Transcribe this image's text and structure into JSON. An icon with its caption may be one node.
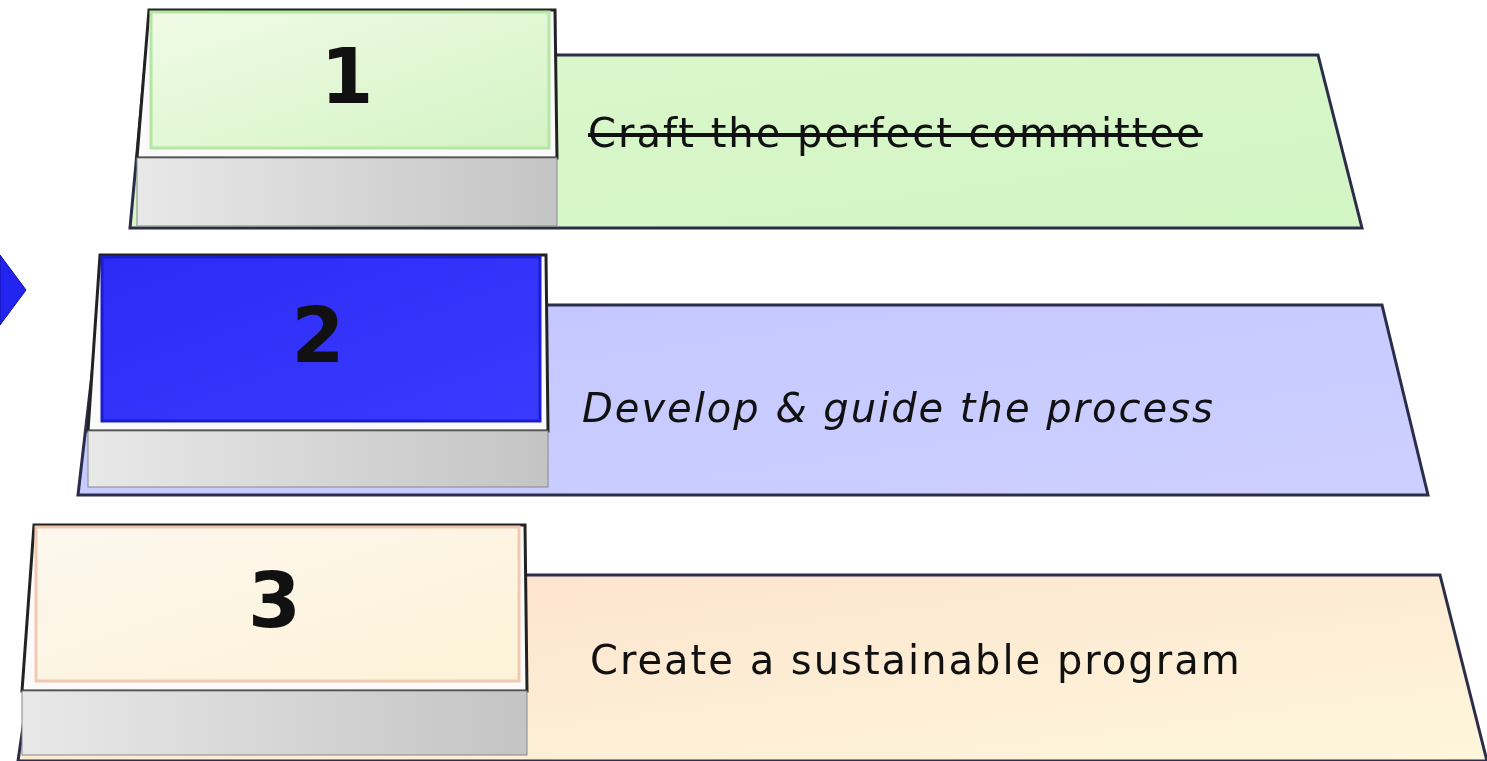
{
  "diagram": {
    "nodes": [
      {
        "text": [
          "1"
        ]
      },
      {
        "text": [
          "Craft the perfect committee"
        ]
      },
      {
        "text": [
          "2"
        ]
      },
      {
        "text": [
          "Develop & guide the process"
        ]
      },
      {
        "text": [
          "3"
        ]
      },
      {
        "text": [
          "Create a sustainable program"
        ]
      }
    ]
  }
}
